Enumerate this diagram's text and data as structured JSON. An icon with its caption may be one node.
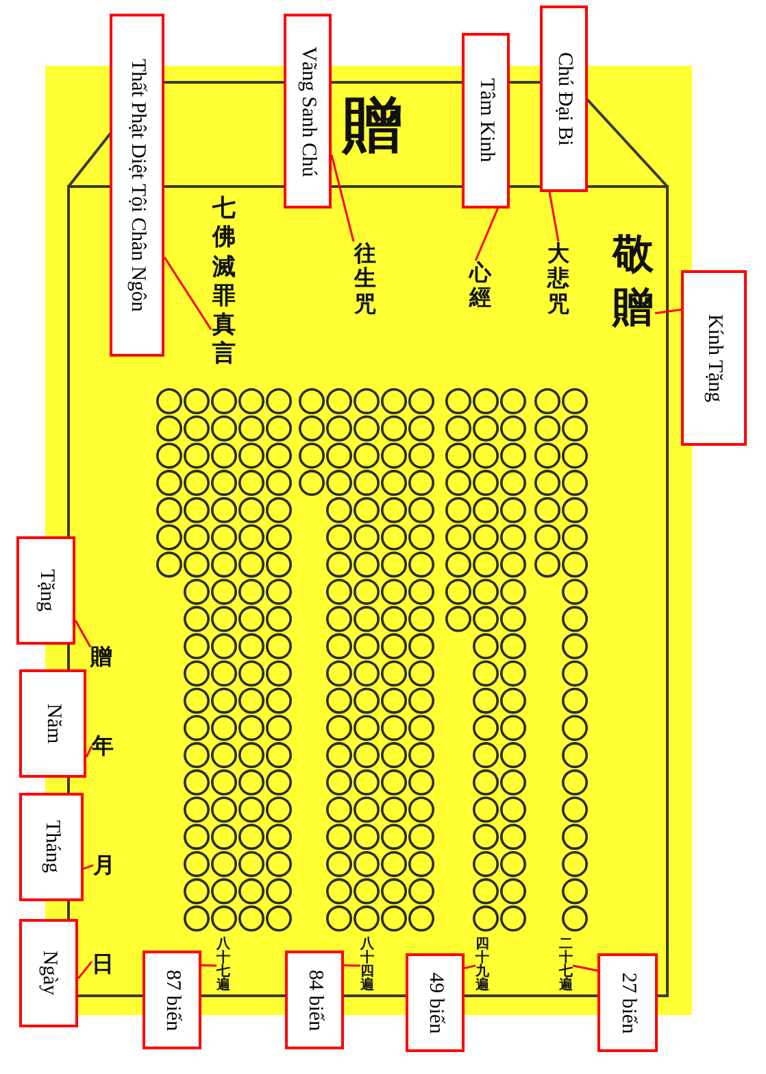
{
  "diagram": {
    "nodes": [
      {
        "text": [
          "贈"
        ]
      },
      {
        "text": [
          "七佛滅罪真言"
        ],
        "in": 0
      },
      {
        "text": [
          "往生咒"
        ],
        "in": 0
      },
      {
        "text": [
          "心經"
        ],
        "in": 0
      },
      {
        "text": [
          "大悲咒"
        ],
        "in": 0
      },
      {
        "text": [
          "敬贈"
        ],
        "in": 0
      },
      {
        "text": [
          "贈"
        ],
        "in": 0
      },
      {
        "text": [
          "年"
        ],
        "in": 0
      },
      {
        "text": [
          "月"
        ],
        "in": 0
      },
      {
        "text": [
          "日"
        ],
        "in": 0
      },
      {
        "text": [
          "八十七遍"
        ],
        "in": 0
      },
      {
        "text": [
          "八十四遍"
        ],
        "in": 0
      },
      {
        "text": [
          "四十九遍"
        ],
        "in": 0
      },
      {
        "text": [
          "二十七遍"
        ],
        "in": 0
      },
      {
        "text": [
          "Thất Phật Diệt Tội Chân Ngôn"
        ]
      },
      {
        "text": [
          "Vãng Sanh Chú"
        ]
      },
      {
        "text": [
          "Tâm Kinh"
        ]
      },
      {
        "text": [
          "Chú Đại Bi"
        ]
      },
      {
        "text": [
          "Kính Tặng"
        ]
      },
      {
        "text": [
          "Tặng"
        ]
      },
      {
        "text": [
          "Năm"
        ]
      },
      {
        "text": [
          "Tháng"
        ]
      },
      {
        "text": [
          "Ngày"
        ]
      },
      {
        "text": [
          "87 biến"
        ]
      },
      {
        "text": [
          "84 biến"
        ]
      },
      {
        "text": [
          "49 biến"
        ]
      },
      {
        "text": [
          "27 biến"
        ]
      }
    ],
    "edges": [
      {
        "from": 14,
        "to": 1,
        "arrow": "none"
      },
      {
        "from": 15,
        "to": 2,
        "arrow": "none"
      },
      {
        "from": 16,
        "to": 3,
        "arrow": "none"
      },
      {
        "from": 17,
        "to": 4,
        "arrow": "none"
      },
      {
        "from": 18,
        "to": 5,
        "arrow": "none"
      },
      {
        "from": 19,
        "to": 6,
        "arrow": "none"
      },
      {
        "from": 20,
        "to": 7,
        "arrow": "none"
      },
      {
        "from": 21,
        "to": 8,
        "arrow": "none"
      },
      {
        "from": 22,
        "to": 9,
        "arrow": "none"
      },
      {
        "from": 23,
        "to": 10,
        "arrow": "none"
      },
      {
        "from": 24,
        "to": 11,
        "arrow": "none"
      },
      {
        "from": 25,
        "to": 12,
        "arrow": "none"
      },
      {
        "from": 26,
        "to": 13,
        "arrow": "none"
      }
    ]
  }
}
